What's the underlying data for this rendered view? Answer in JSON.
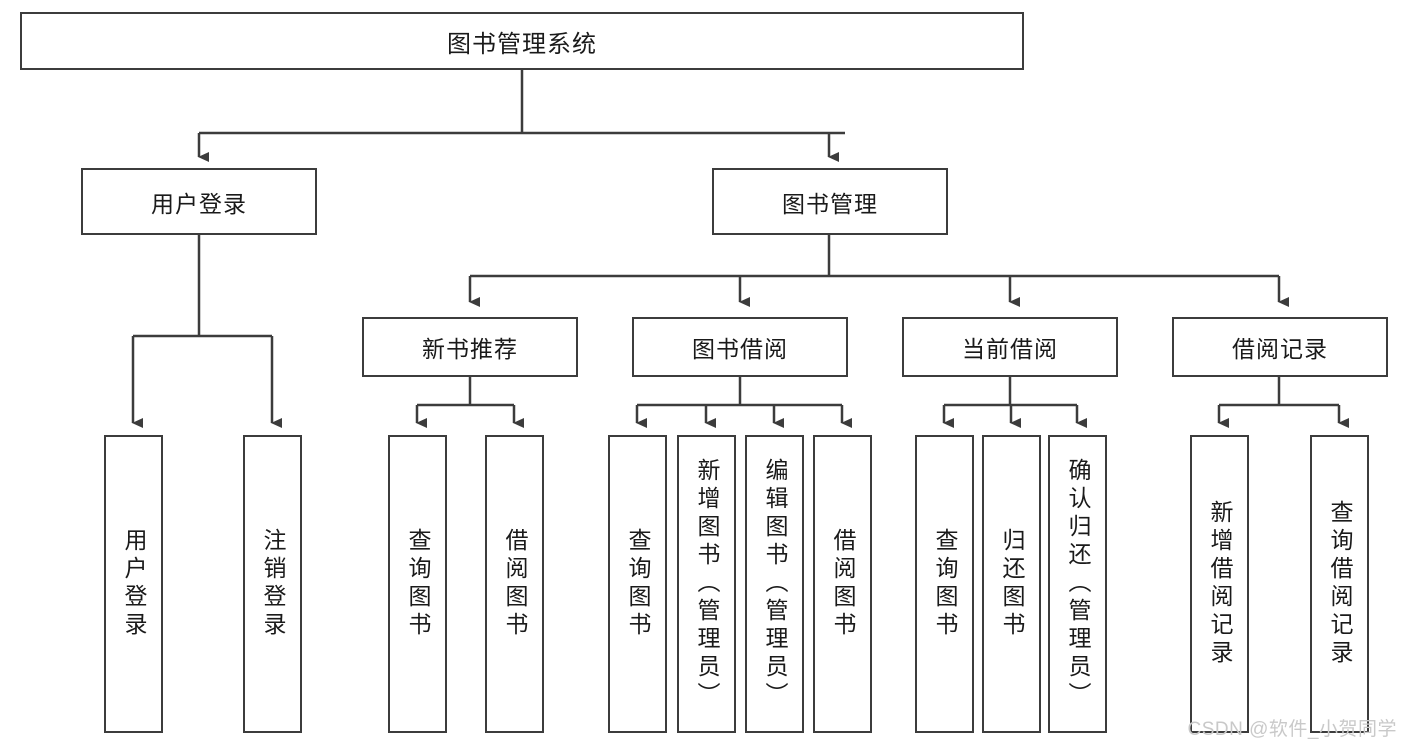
{
  "diagram": {
    "title": "图书管理系统",
    "type": "hierarchy-tree",
    "root": {
      "label": "图书管理系统"
    },
    "level2": [
      {
        "label": "用户登录"
      },
      {
        "label": "图书管理"
      }
    ],
    "level3": [
      {
        "label": "新书推荐"
      },
      {
        "label": "图书借阅"
      },
      {
        "label": "当前借阅"
      },
      {
        "label": "借阅记录"
      }
    ],
    "leaves": [
      {
        "label": "用户登录",
        "parent": "用户登录"
      },
      {
        "label": "注销登录",
        "parent": "用户登录"
      },
      {
        "label": "查询图书",
        "parent": "新书推荐"
      },
      {
        "label": "借阅图书",
        "parent": "新书推荐"
      },
      {
        "label": "查询图书",
        "parent": "图书借阅"
      },
      {
        "label": "新增图书（管理员）",
        "parent": "图书借阅"
      },
      {
        "label": "编辑图书（管理员）",
        "parent": "图书借阅"
      },
      {
        "label": "借阅图书",
        "parent": "图书借阅"
      },
      {
        "label": "查询图书",
        "parent": "当前借阅"
      },
      {
        "label": "归还图书",
        "parent": "当前借阅"
      },
      {
        "label": "确认归还（管理员）",
        "parent": "当前借阅"
      },
      {
        "label": "新增借阅记录",
        "parent": "借阅记录"
      },
      {
        "label": "查询借阅记录",
        "parent": "借阅记录"
      }
    ]
  },
  "watermark": {
    "text": "CSDN @软件_小贺同学"
  },
  "colors": {
    "border": "#3c3c3c",
    "text": "#1a1a1a",
    "background": "#ffffff",
    "watermark": "#c9c9c9"
  }
}
